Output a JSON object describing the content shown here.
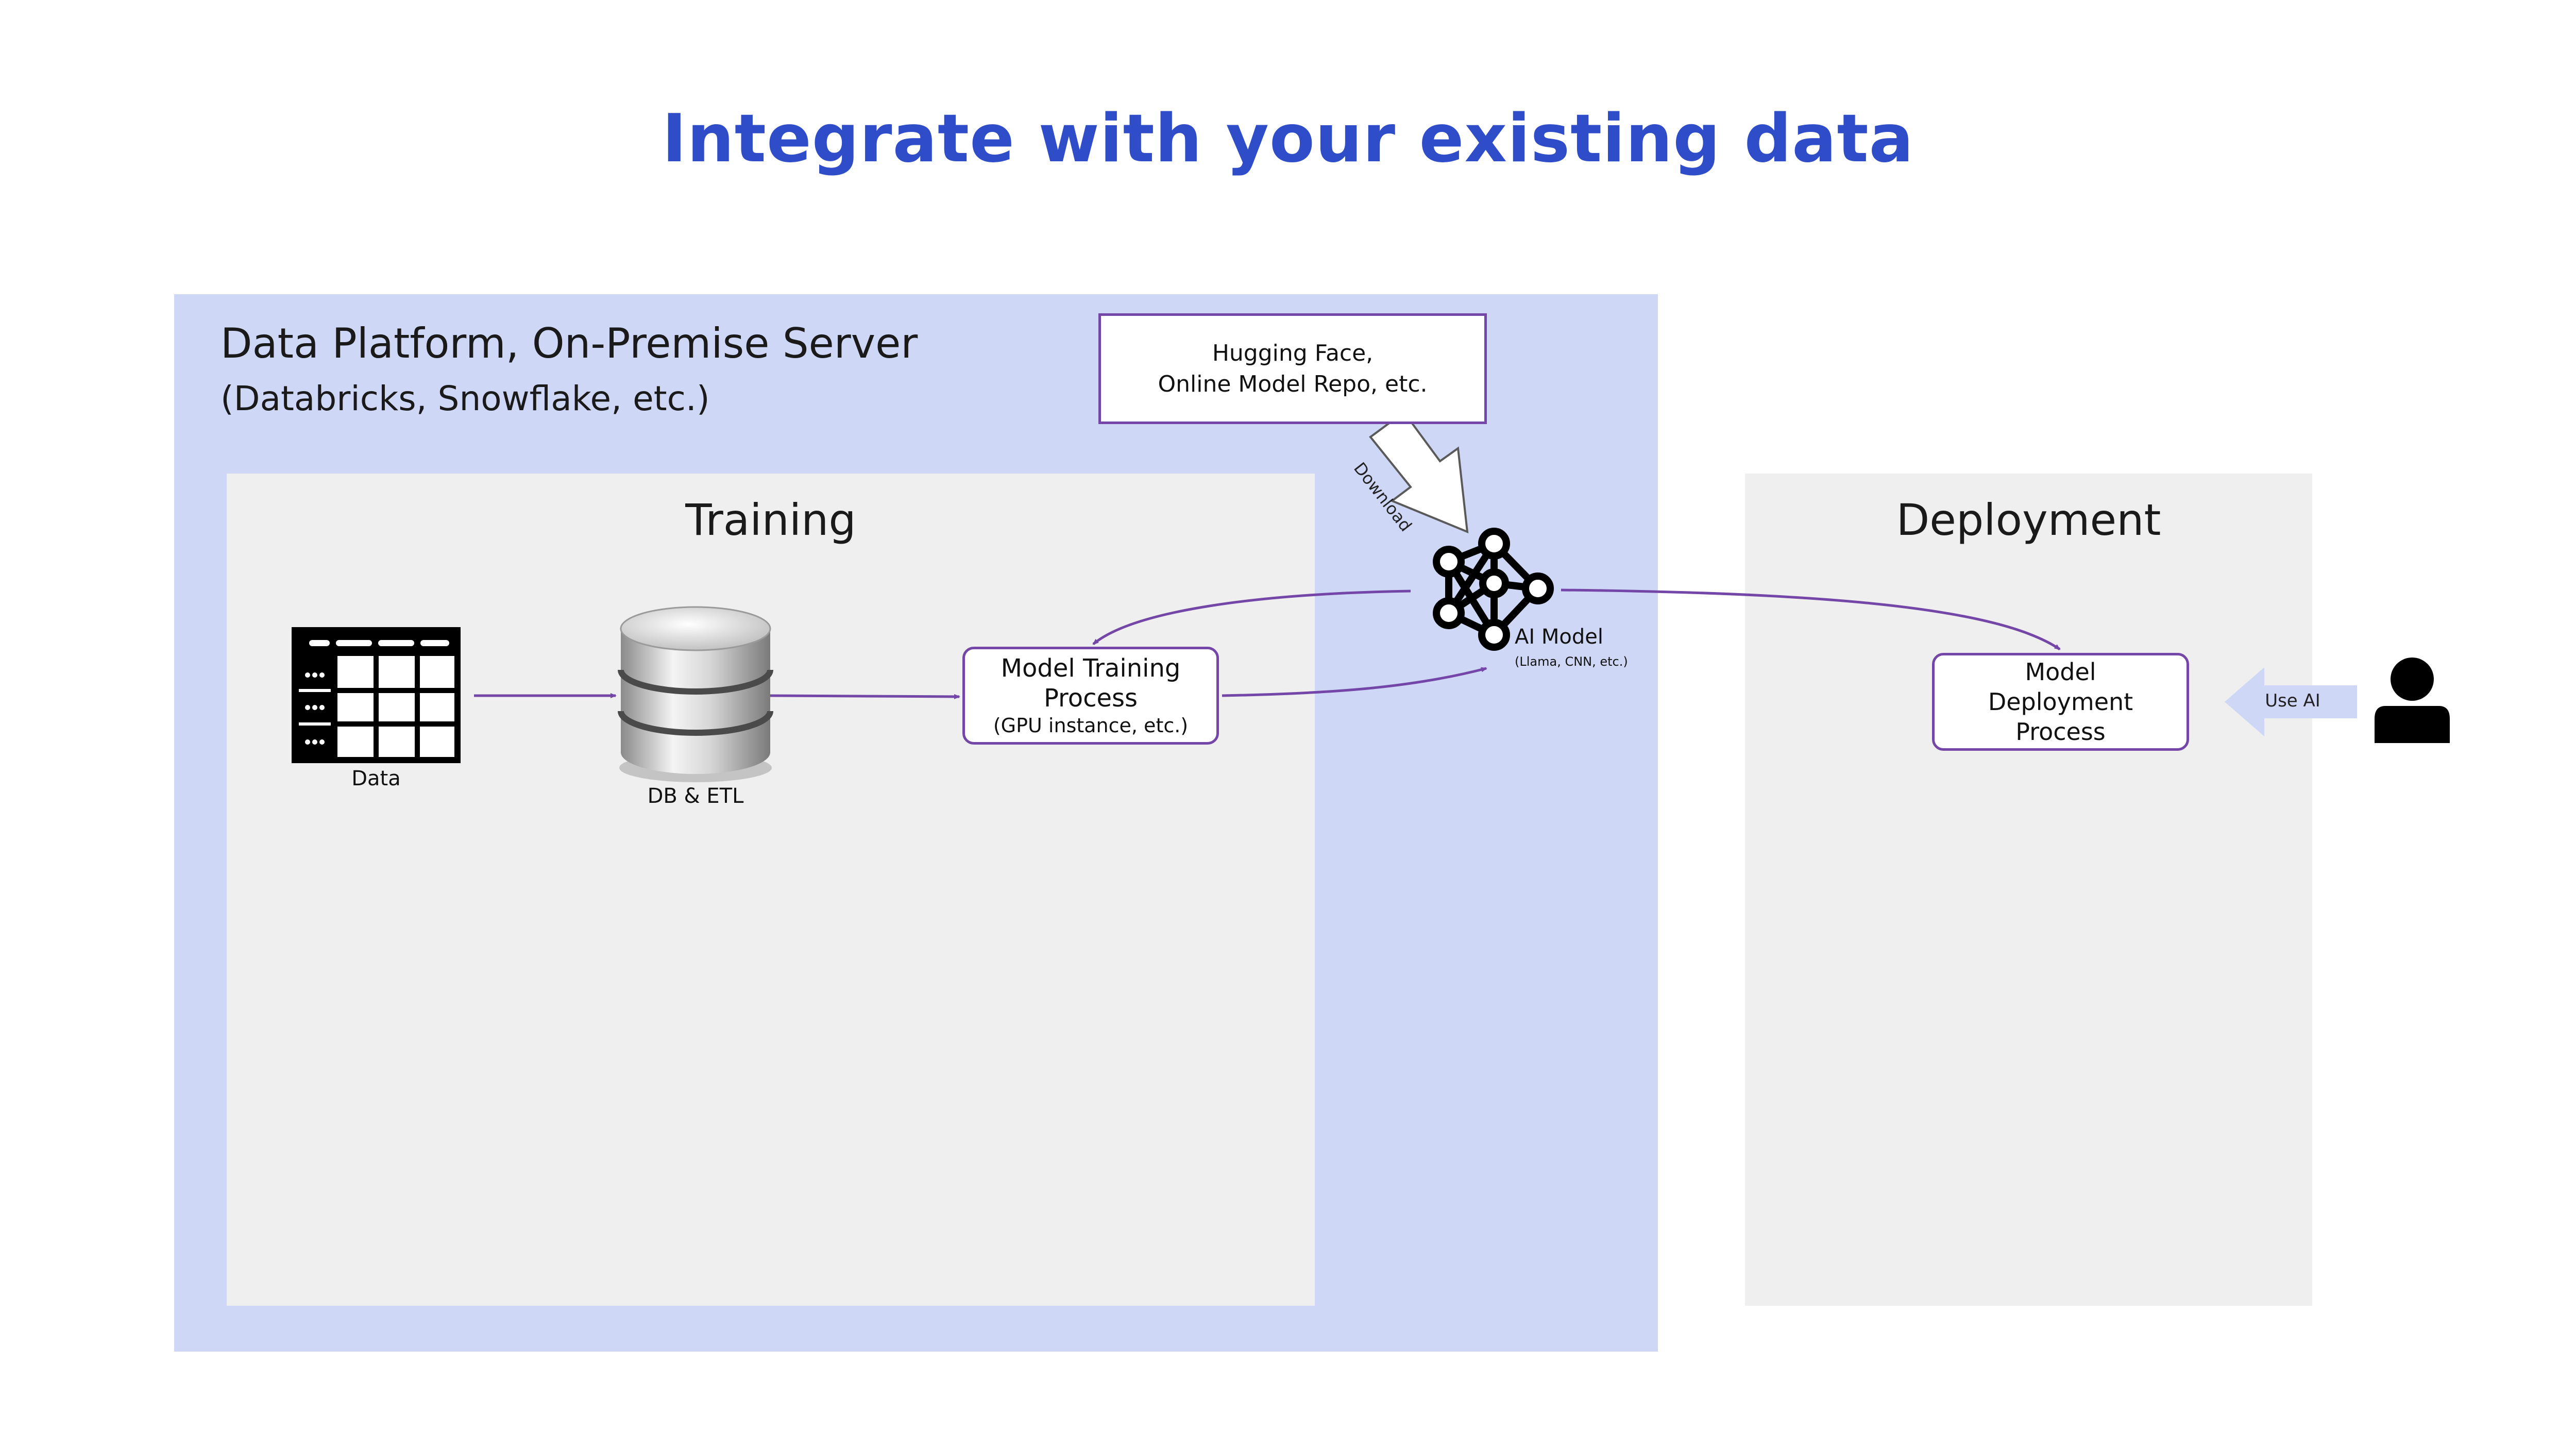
{
  "title": "Integrate with your existing data",
  "platform": {
    "title": "Data Platform, On-Premise Server",
    "subtitle": "(Databricks, Snowflake, etc.)"
  },
  "training": {
    "title": "Training"
  },
  "deployment": {
    "title": "Deployment"
  },
  "nodes": {
    "data": {
      "label": "Data",
      "icon": "table-icon"
    },
    "db": {
      "label": "DB & ETL",
      "icon": "database-icon"
    },
    "model_training": {
      "line1": "Model Training",
      "line2": "Process",
      "line3": "(GPU instance, etc.)"
    },
    "hugging_face": {
      "line1": "Hugging Face,",
      "line2": "Online Model Repo, etc."
    },
    "ai_model": {
      "label": "AI Model",
      "sublabel": "(Llama, CNN, etc.)",
      "icon": "neural-network-icon"
    },
    "model_deployment": {
      "line1": "Model",
      "line2": "Deployment",
      "line3": "Process"
    },
    "user": {
      "icon": "user-icon"
    }
  },
  "arrows": {
    "download": "Download",
    "use_ai": "Use AI"
  },
  "colors": {
    "title": "#2f4dc8",
    "platform_bg": "#ced8f6",
    "panel_bg": "#efefef",
    "accent": "#7446a7"
  }
}
